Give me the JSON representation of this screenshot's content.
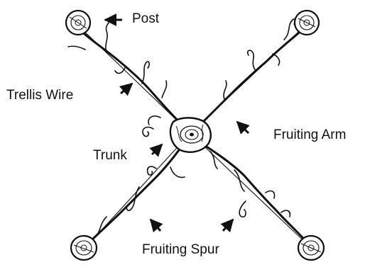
{
  "labels": {
    "post": "Post",
    "trellis_wire": "Trellis Wire",
    "trunk": "Trunk",
    "fruiting_arm": "Fruiting Arm",
    "fruiting_spur": "Fruiting Spur"
  },
  "colors": {
    "ink": "#111111",
    "paper": "#ffffff"
  }
}
